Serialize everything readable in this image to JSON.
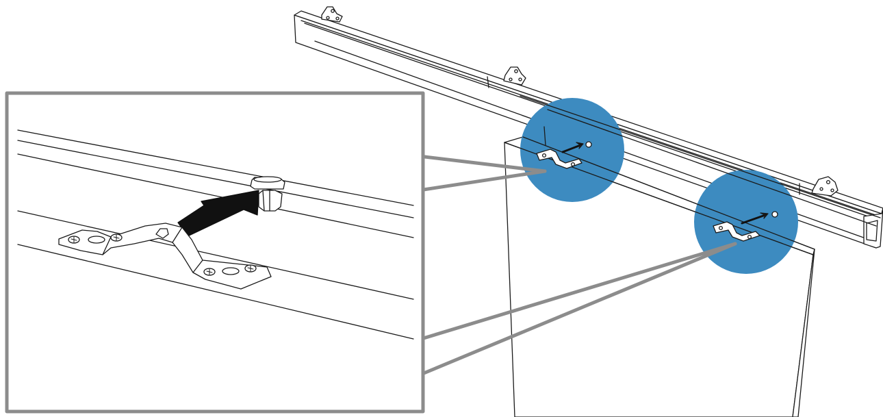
{
  "diagram": {
    "colors": {
      "background": "#ffffff",
      "line": "#1a1a1a",
      "highlight": "#3d8bc0",
      "frame": "#8c8c8c",
      "arrow": "#111111"
    },
    "callouts": [
      {
        "id": "bracket-left",
        "shape": "circle"
      },
      {
        "id": "bracket-right",
        "shape": "circle"
      }
    ],
    "detail_view": {
      "subject": "door-top-bracket-to-roller-bolt",
      "arrow_direction": "up-right"
    }
  }
}
